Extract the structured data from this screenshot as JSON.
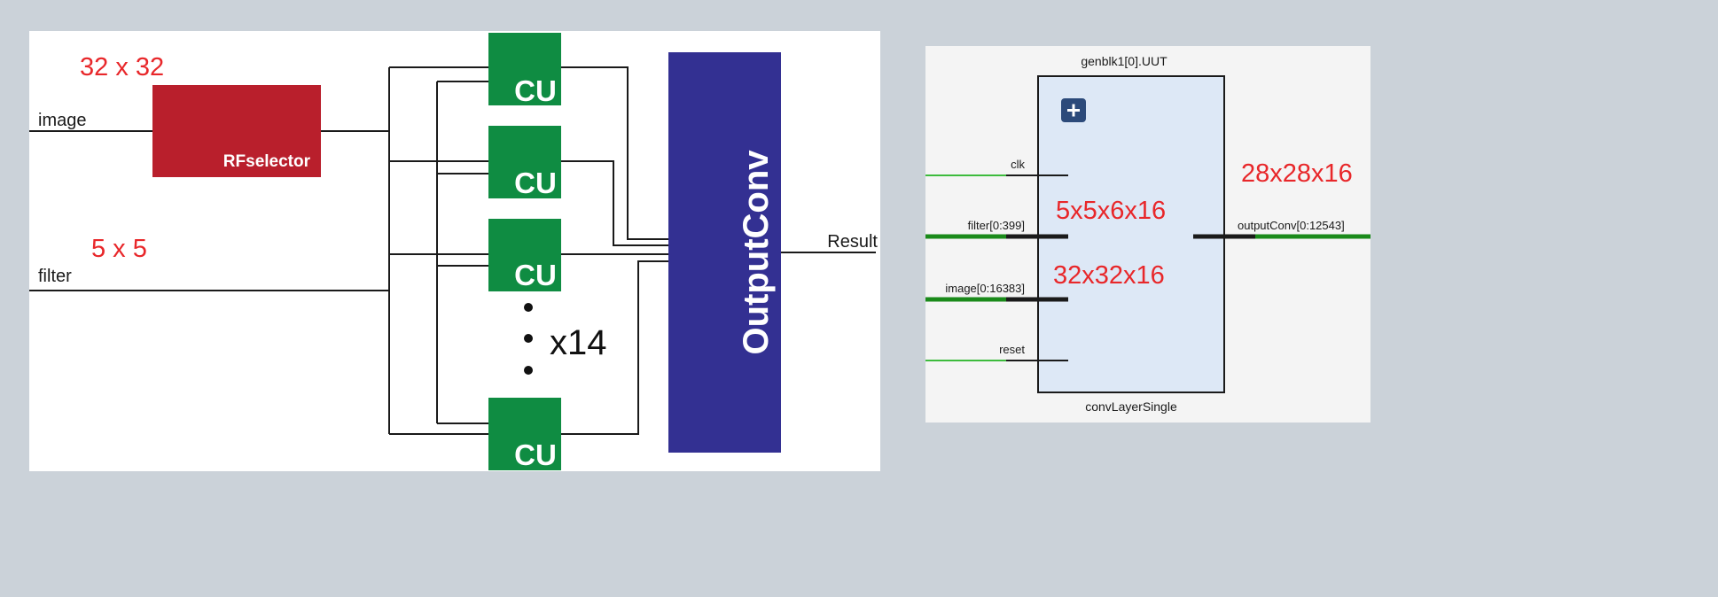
{
  "left_diagram": {
    "image_dim": "32 x 32",
    "filter_dim": "5 x 5",
    "image_label": "image",
    "filter_label": "filter",
    "rfselector_label": "RFselector",
    "cu_label": "CU",
    "repeat_label": "x14",
    "outputconv_label": "OutputConv",
    "result_label": "Result"
  },
  "right_diagram": {
    "instance_name": "genblk1[0].UUT",
    "module_name": "convLayerSingle",
    "expand_icon": "plus-icon",
    "ports": {
      "clk": "clk",
      "filter": "filter[0:399]",
      "image": "image[0:16383]",
      "reset": "reset",
      "output": "outputConv[0:12543]"
    },
    "annotations": {
      "filter_dims": "5x5x6x16",
      "image_dims": "32x32x16",
      "output_dims": "28x28x16"
    }
  },
  "colors": {
    "rfselector": "#b91f2c",
    "cu": "#0f8c42",
    "outputconv": "#333092",
    "annotation": "#e8272a",
    "module_fill": "#dde8f6",
    "wire_green": "#3dbb3d",
    "bus_green": "#1a8a1a",
    "plus_icon": "#2c4a7a"
  }
}
